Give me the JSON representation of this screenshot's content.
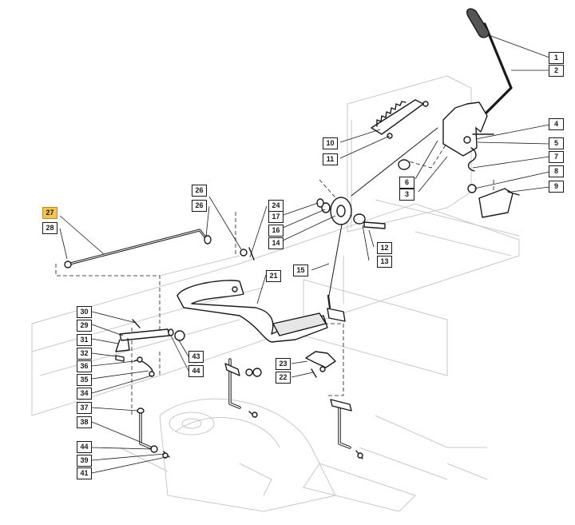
{
  "callouts": [
    {
      "id": "c1",
      "label": "1"
    },
    {
      "id": "c2",
      "label": "2"
    },
    {
      "id": "c4",
      "label": "4"
    },
    {
      "id": "c5",
      "label": "5"
    },
    {
      "id": "c7",
      "label": "7"
    },
    {
      "id": "c8",
      "label": "8"
    },
    {
      "id": "c9",
      "label": "9"
    },
    {
      "id": "c6",
      "label": "6"
    },
    {
      "id": "c3",
      "label": "3"
    },
    {
      "id": "c10",
      "label": "10"
    },
    {
      "id": "c11",
      "label": "11"
    },
    {
      "id": "c26a",
      "label": "26"
    },
    {
      "id": "c26b",
      "label": "26"
    },
    {
      "id": "c24",
      "label": "24"
    },
    {
      "id": "c17",
      "label": "17"
    },
    {
      "id": "c16",
      "label": "16"
    },
    {
      "id": "c14",
      "label": "14"
    },
    {
      "id": "c12",
      "label": "12"
    },
    {
      "id": "c13",
      "label": "13"
    },
    {
      "id": "c15",
      "label": "15"
    },
    {
      "id": "c21",
      "label": "21"
    },
    {
      "id": "c27",
      "label": "27",
      "highlighted": true
    },
    {
      "id": "c28",
      "label": "28"
    },
    {
      "id": "c30",
      "label": "30"
    },
    {
      "id": "c29",
      "label": "29"
    },
    {
      "id": "c31",
      "label": "31"
    },
    {
      "id": "c32",
      "label": "32"
    },
    {
      "id": "c36",
      "label": "36"
    },
    {
      "id": "c35",
      "label": "35"
    },
    {
      "id": "c34",
      "label": "34"
    },
    {
      "id": "c43",
      "label": "43"
    },
    {
      "id": "c44a",
      "label": "44"
    },
    {
      "id": "c23",
      "label": "23"
    },
    {
      "id": "c22",
      "label": "22"
    },
    {
      "id": "c37",
      "label": "37"
    },
    {
      "id": "c38",
      "label": "38"
    },
    {
      "id": "c44b",
      "label": "44"
    },
    {
      "id": "c39",
      "label": "39"
    },
    {
      "id": "c41",
      "label": "41"
    }
  ],
  "colors": {
    "line": "#1a1a1a",
    "ghost": "#c8c8c8",
    "highlight": "#f3c453"
  }
}
